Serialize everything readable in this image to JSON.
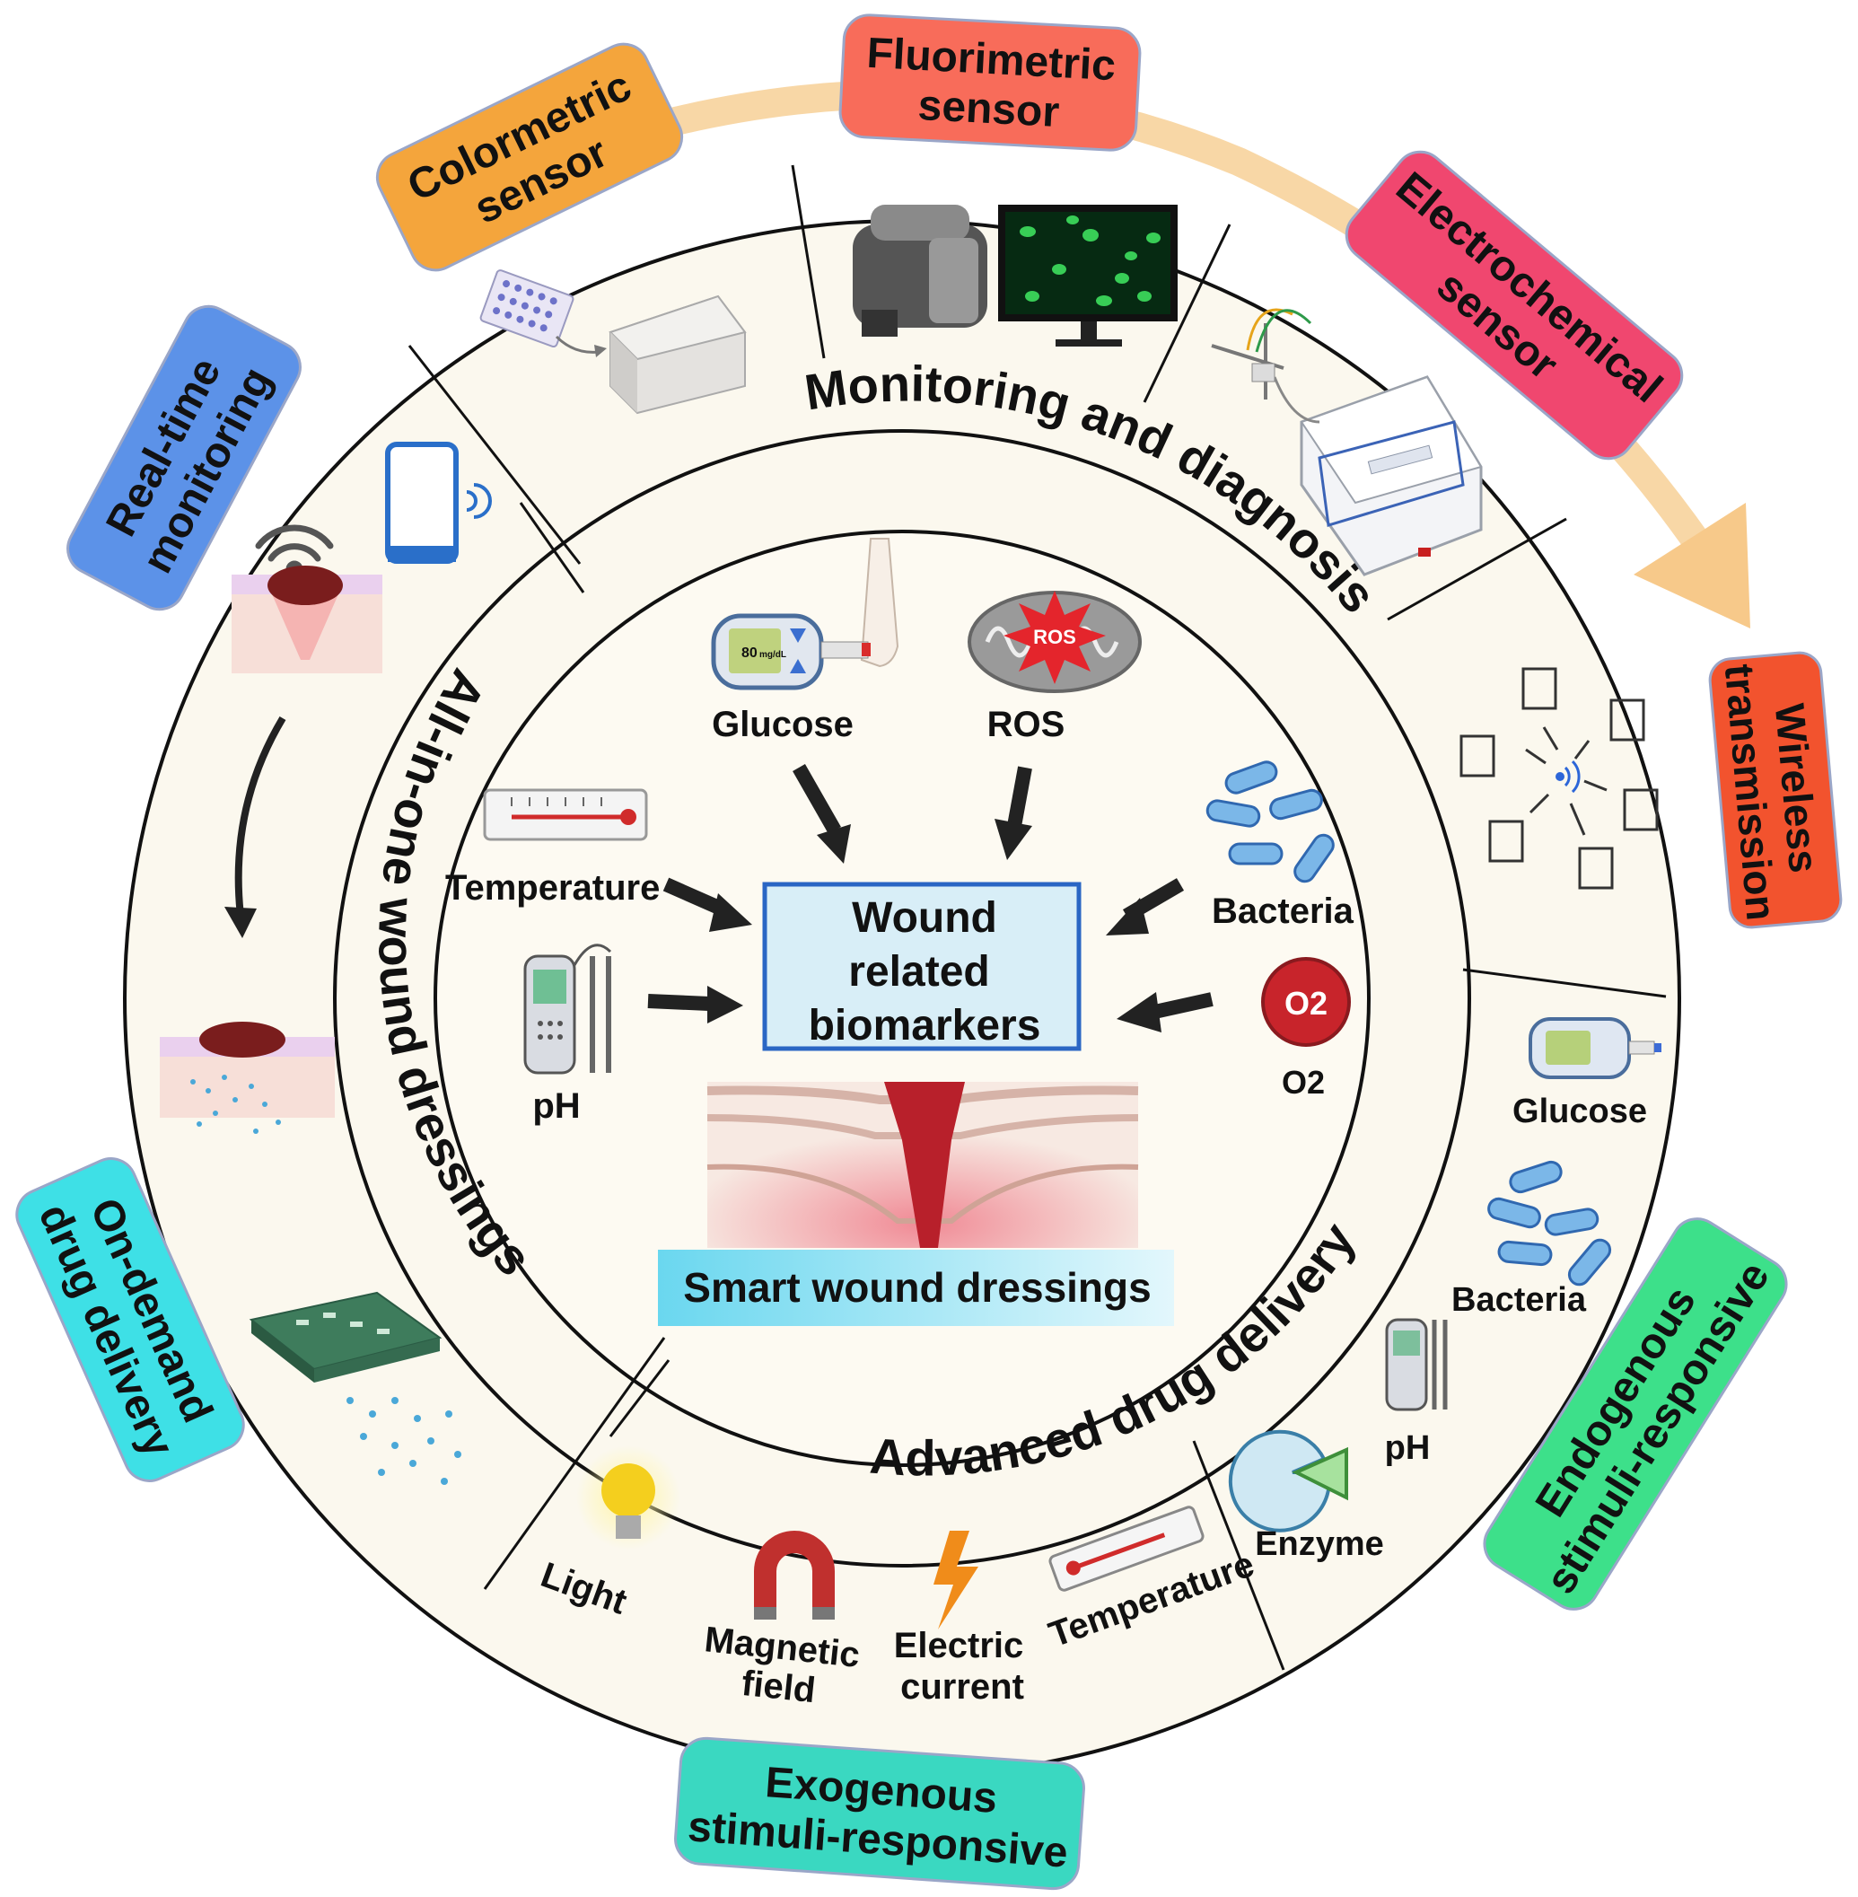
{
  "rings": {
    "top": "Monitoring and diagnosis",
    "left": "All-in-one wound dressings",
    "bottom": "Advanced drug delivery"
  },
  "center": {
    "line1": "Wound",
    "line2": "related",
    "line3": "biomarkers",
    "banner": "Smart wound dressings"
  },
  "inner_biomarkers": {
    "glucose": "Glucose",
    "ros": "ROS",
    "ros_badge": "ROS",
    "temperature": "Temperature",
    "bacteria": "Bacteria",
    "ph": "pH",
    "o2": "O2",
    "o2_badge": "O2",
    "meter_reading": "80",
    "meter_unit": "mg/dL"
  },
  "endogenous_items": {
    "glucose": "Glucose",
    "bacteria": "Bacteria",
    "ph": "pH",
    "enzyme": "Enzyme"
  },
  "exogenous_items": {
    "light": "Light",
    "magnetic_1": "Magnetic",
    "magnetic_2": "field",
    "electric_1": "Electric",
    "electric_2": "current",
    "temperature": "Temperature"
  },
  "tags": {
    "colormetric": {
      "line1": "Colormetric",
      "line2": "sensor",
      "color": "#f4a53c"
    },
    "fluorimetric": {
      "line1": "Fluorimetric",
      "line2": "sensor",
      "color": "#f86c5a"
    },
    "electrochemical": {
      "line1": "Electrochemical",
      "line2": "sensor",
      "color": "#f0476f"
    },
    "wireless": {
      "line1": "Wireless",
      "line2": "transmission",
      "color": "#f2532e"
    },
    "realtime": {
      "line1": "Real-time",
      "line2": "monitoring",
      "color": "#5c92e8"
    },
    "ondemand": {
      "line1": "On-demand",
      "line2": "drug delivery",
      "color": "#3ee0e6"
    },
    "endogenous": {
      "line1": "Endogenous",
      "line2": "stimuli-responsive",
      "color": "#3de08a"
    },
    "exogenous": {
      "line1": "Exogenous",
      "line2": "stimuli-responsive",
      "color": "#3ad8c1"
    }
  },
  "colors": {
    "ring_fill": "#fbf8ee",
    "hub_box": "#d8eef7",
    "hub_border": "#2a66c4",
    "wound_red": "#b8202b",
    "arc_arrow": "#f7c98a"
  }
}
